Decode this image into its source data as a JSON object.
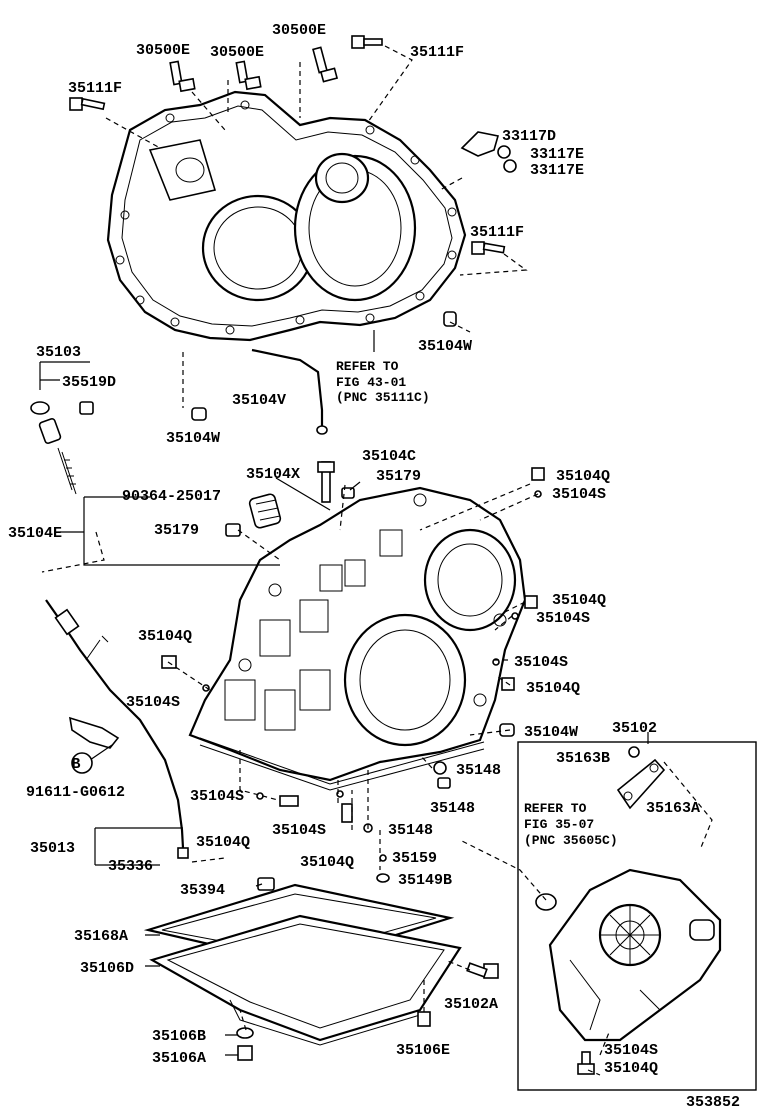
{
  "diagram": {
    "id": "353852",
    "callout_circle": "B",
    "labels": {
      "p30500E_top": "30500E",
      "p30500E_left": "30500E",
      "p30500E_mid": "30500E",
      "p35111F_top": "35111F",
      "p35111F_left": "35111F",
      "p35111F_right": "35111F",
      "p33117D": "33117D",
      "p33117E_a": "33117E",
      "p33117E_b": "33117E",
      "p35104W_a": "35104W",
      "p35104W_b": "35104W",
      "p35104W_c": "35104W",
      "p35103": "35103",
      "p35519D": "35519D",
      "p35104V": "35104V",
      "p35104X": "35104X",
      "p35104C": "35104C",
      "p35179_a": "35179",
      "p35179_b": "35179",
      "p90364": "90364-25017",
      "p35104E": "35104E",
      "p35104Q_a": "35104Q",
      "p35104Q_b": "35104Q",
      "p35104Q_c": "35104Q",
      "p35104Q_d": "35104Q",
      "p35104Q_e": "35104Q",
      "p35104Q_f": "35104Q",
      "p35104Q_g": "35104Q",
      "p35104S_a": "35104S",
      "p35104S_b": "35104S",
      "p35104S_c": "35104S",
      "p35104S_d": "35104S",
      "p35104S_e": "35104S",
      "p35104S_f": "35104S",
      "p35104S_g": "35104S",
      "p35102": "35102",
      "p35163B": "35163B",
      "p35163A": "35163A",
      "p35148_a": "35148",
      "p35148_b": "35148",
      "p35148_c": "35148",
      "p35159": "35159",
      "p35149B": "35149B",
      "p91611": "91611-G0612",
      "p35013": "35013",
      "p35336": "35336",
      "p35394": "35394",
      "p35168A": "35168A",
      "p35106D": "35106D",
      "p35106B": "35106B",
      "p35106A": "35106A",
      "p35106E": "35106E",
      "p35102A": "35102A"
    },
    "refer_notes": {
      "upper": [
        "REFER TO",
        "FIG 43-01",
        "(PNC 35111C)"
      ],
      "lower": [
        "REFER TO",
        "FIG 35-07",
        "(PNC 35605C)"
      ]
    }
  }
}
